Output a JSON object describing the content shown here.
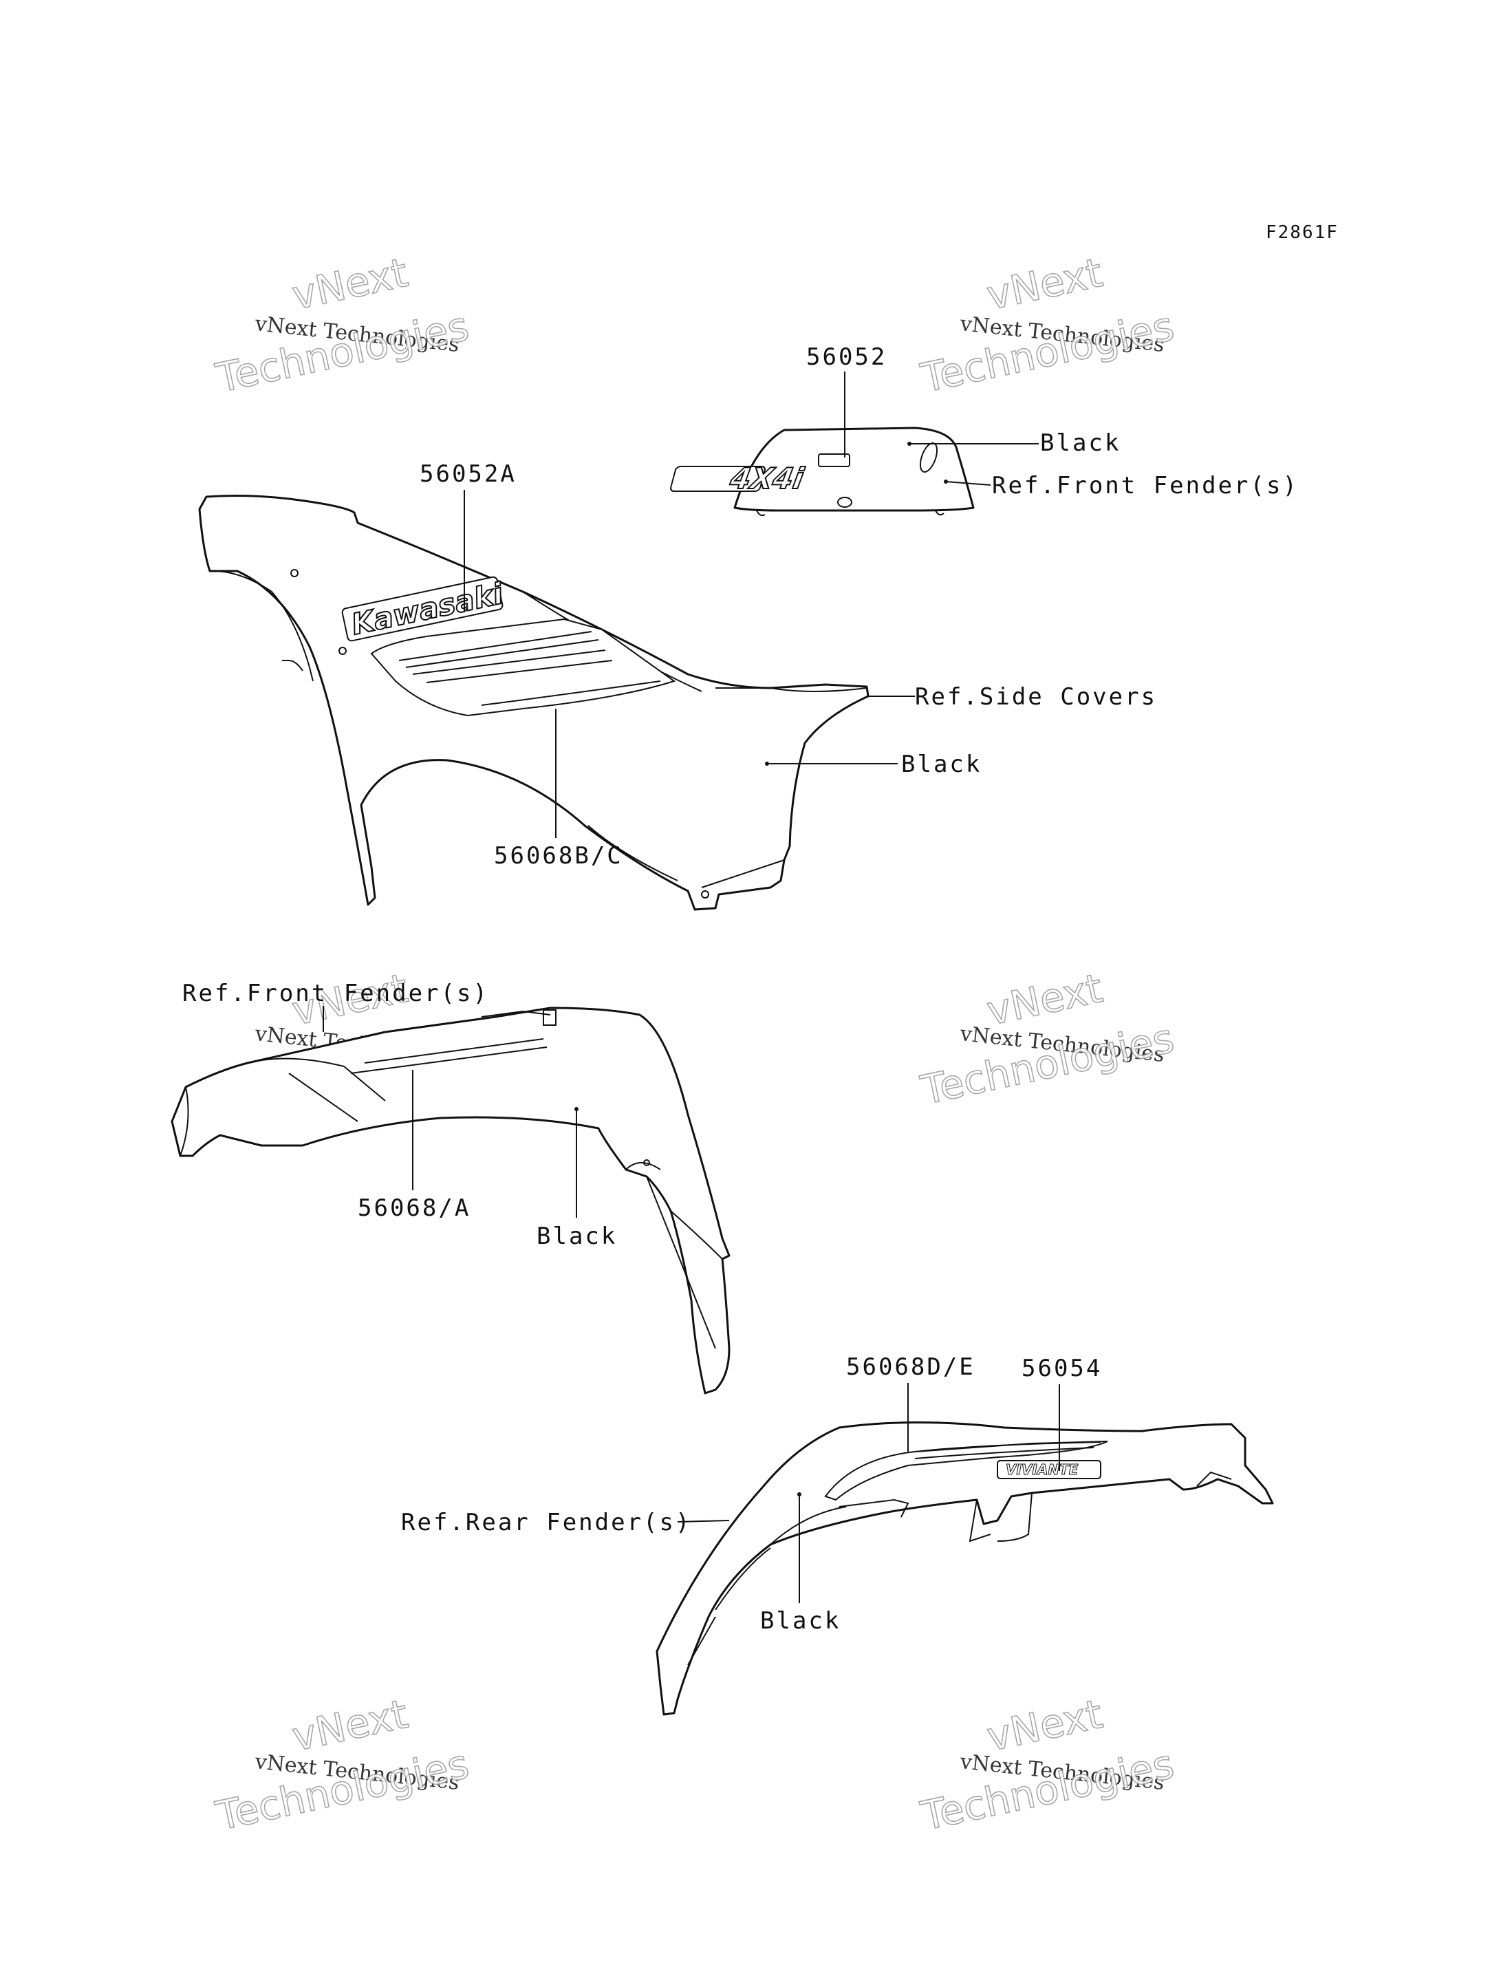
{
  "figure_code": "F2861F",
  "watermark": {
    "line1": "vNext Technologies",
    "line2a": "vNext",
    "line2b": "Technologies"
  },
  "callouts": {
    "c56052": "56052",
    "black_fender_emblem": "Black",
    "ref_front_fender_top": "Ref.Front Fender(s)",
    "c56052A": "56052A",
    "ref_side_covers": "Ref.Side Covers",
    "black_side_cover": "Black",
    "c56068BC": "56068B/C",
    "ref_front_fender_mid": "Ref.Front Fender(s)",
    "c56068A": "56068/A",
    "black_front_fender": "Black",
    "c56068DE": "56068D/E",
    "c56054": "56054",
    "ref_rear_fender": "Ref.Rear Fender(s)",
    "black_rear_fender": "Black"
  },
  "decals": {
    "kawasaki_logo": "Kawasaki",
    "badge_4x4": "4X4i",
    "vinaigrette": "VIVIANTE"
  }
}
